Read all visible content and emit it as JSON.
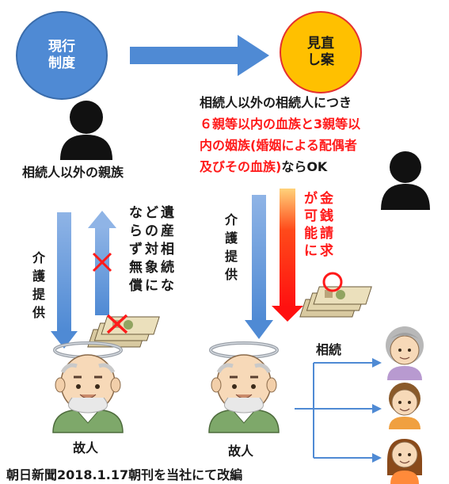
{
  "current_system": {
    "line1": "現行",
    "line2": "制度"
  },
  "proposal": {
    "line1": "見直",
    "line2": "し案"
  },
  "left": {
    "relatives_label": "相続人以外の親族",
    "care_provision_chars": [
      "介",
      "護",
      "提",
      "供"
    ],
    "unpaid_grid": [
      [
        "な",
        "ら",
        "ず",
        "無",
        "償"
      ],
      [
        "ど",
        "の",
        "対",
        "象",
        "に"
      ],
      [
        "遺",
        "産",
        "相",
        "続",
        "な"
      ]
    ],
    "deceased_label": "故人"
  },
  "right": {
    "text_line1": "相続人以外の相続人につき",
    "text_line2_red": "６親等以内の血族と3親等以",
    "text_line3_red": "内の姻族(婚姻による配偶者",
    "text_line4_red": "及びその血族)",
    "text_line4_black": "ならOK",
    "care_provision_chars": [
      "介",
      "護",
      "提",
      "供"
    ],
    "claim_grid": [
      [
        "可",
        "能",
        "に"
      ],
      [
        "が",
        "請",
        "求"
      ],
      [
        "金",
        "銭",
        ""
      ]
    ],
    "inheritance_label": "相続",
    "deceased_label": "故人"
  },
  "source": "朝日新聞2018.1.17朝刊を当社にて改編",
  "colors": {
    "blue_arrow": "#4f8ad4",
    "red_arrow": "#ff2020",
    "orange": "#ffc000"
  }
}
